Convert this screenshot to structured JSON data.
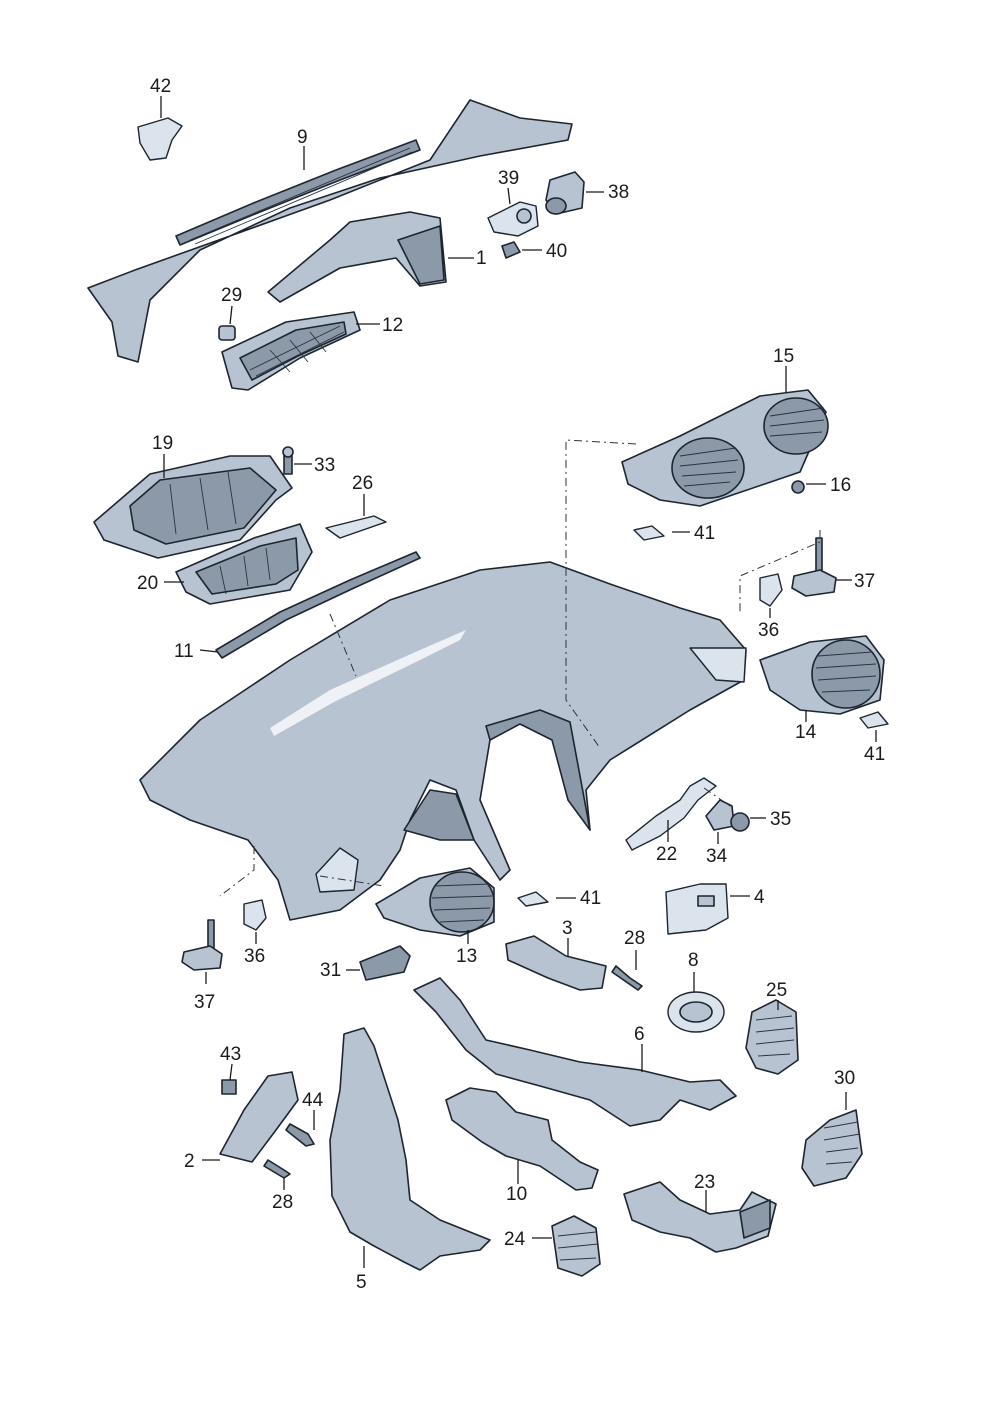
{
  "labels": {
    "p42": "42",
    "p9": "9",
    "p39": "39",
    "p38": "38",
    "p1": "1",
    "p40": "40",
    "p29": "29",
    "p12": "12",
    "p15": "15",
    "p19": "19",
    "p33": "33",
    "p16": "16",
    "p26": "26",
    "p41a": "41",
    "p20": "20",
    "p37a": "37",
    "p36a": "36",
    "p11": "11",
    "p14": "14",
    "p41b": "41",
    "p35": "35",
    "p22": "22",
    "p34": "34",
    "p41c": "41",
    "p4": "4",
    "p36b": "36",
    "p13": "13",
    "p3": "3",
    "p28a": "28",
    "p37b": "37",
    "p31": "31",
    "p8": "8",
    "p25": "25",
    "p6": "6",
    "p43": "43",
    "p30": "30",
    "p44": "44",
    "p2": "2",
    "p28b": "28",
    "p10": "10",
    "p23": "23",
    "p24": "24",
    "p5": "5"
  },
  "colors": {
    "part_fill": "#b7c3d0",
    "part_dark": "#8c99a8",
    "part_light": "#dbe3ec",
    "outline": "#1c2530"
  }
}
